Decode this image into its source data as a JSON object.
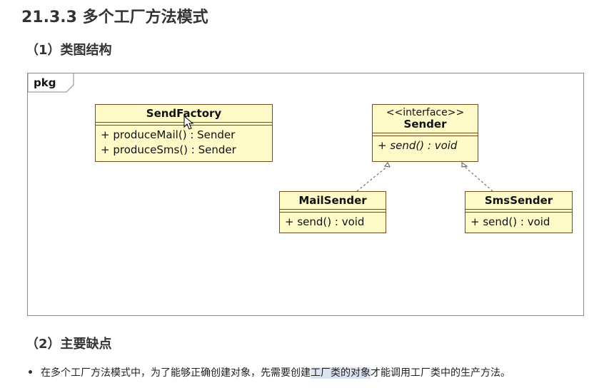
{
  "section_title": "21.3.3 多个工厂方法模式",
  "subsection_1": "（1）类图结构",
  "subsection_2": "（2）主要缺点",
  "diagram": {
    "package_label": "pkg",
    "classes": {
      "send_factory": {
        "name": "SendFactory",
        "operations": [
          "+ produceMail() : Sender",
          "+ produceSms() : Sender"
        ]
      },
      "sender": {
        "stereotype": "<<interface>>",
        "name": "Sender",
        "operations": [
          "+ send() : void"
        ]
      },
      "mail_sender": {
        "name": "MailSender",
        "operations": [
          "+ send() : void"
        ]
      },
      "sms_sender": {
        "name": "SmsSender",
        "operations": [
          "+ send() : void"
        ]
      }
    }
  },
  "bullets": [
    {
      "before": "在多个工厂方法模式中，为了能够正确创建对象，先需要创建",
      "highlight": "工厂类的对象",
      "after": "才能调用工厂类中的生产方法。"
    }
  ]
}
